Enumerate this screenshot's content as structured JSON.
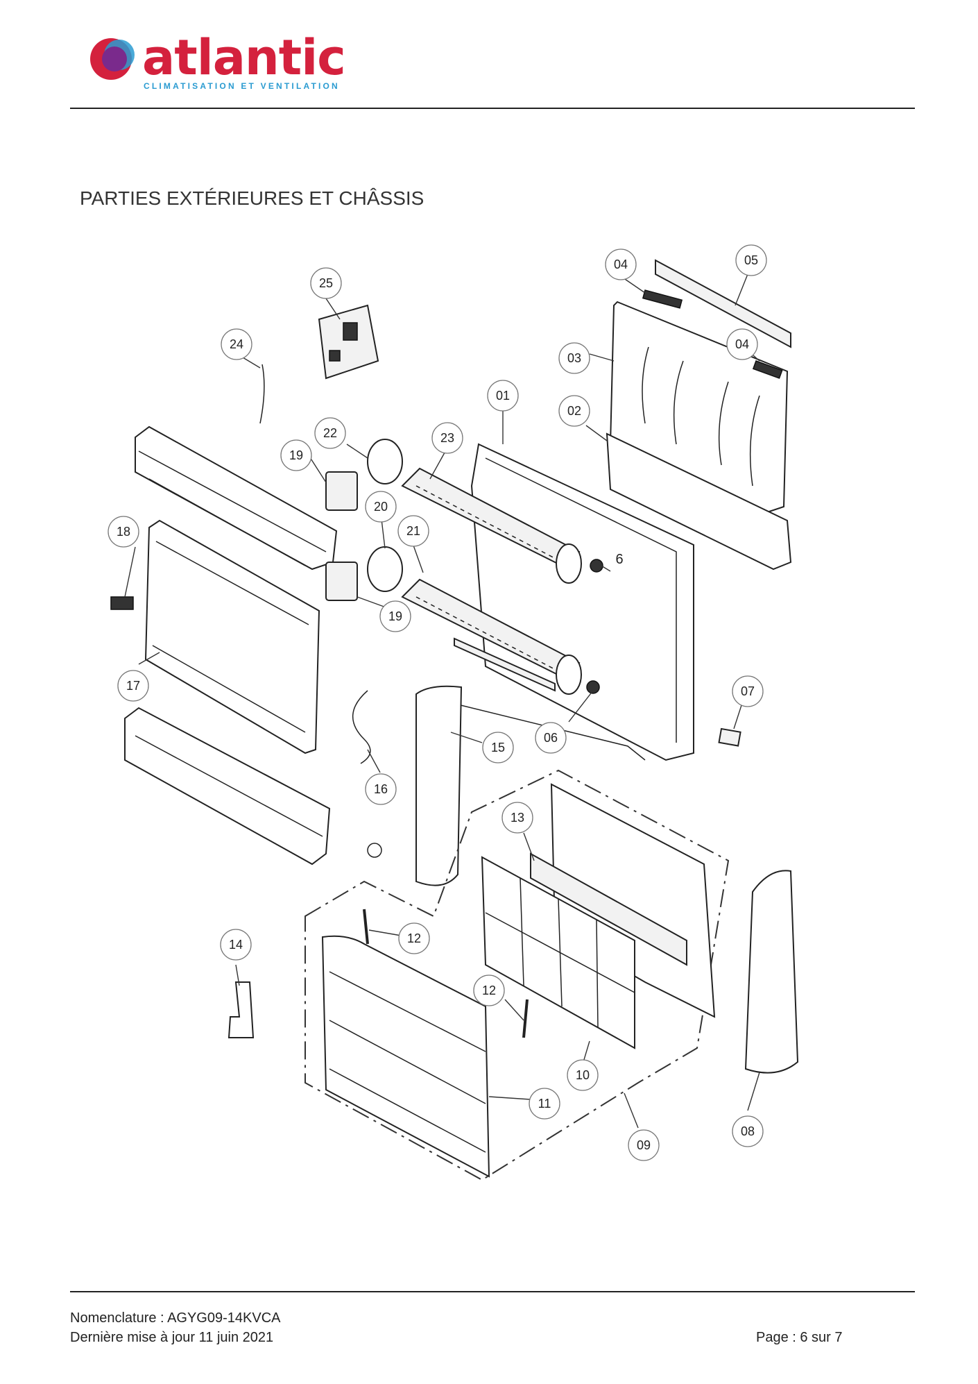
{
  "header": {
    "brand_name": "atlantic",
    "brand_tagline": "CLIMATISATION ET VENTILATION",
    "brand_colors": {
      "primary": "#d4213d",
      "secondary": "#2a9bd1",
      "accent": "#7a2a8c"
    }
  },
  "section_title": "PARTIES EXTÉRIEURES ET CHÂSSIS",
  "diagram": {
    "callouts": [
      "01",
      "02",
      "03",
      "04",
      "04",
      "05",
      "06",
      "6",
      "07",
      "08",
      "09",
      "10",
      "11",
      "12",
      "12",
      "13",
      "14",
      "15",
      "16",
      "17",
      "18",
      "19",
      "19",
      "20",
      "21",
      "22",
      "23",
      "24",
      "25"
    ]
  },
  "footer": {
    "nomenclature": "Nomenclature : AGYG09-14KVCA",
    "last_update": "Dernière mise à jour 11 juin 2021",
    "page": "Page : 6 sur 7"
  }
}
